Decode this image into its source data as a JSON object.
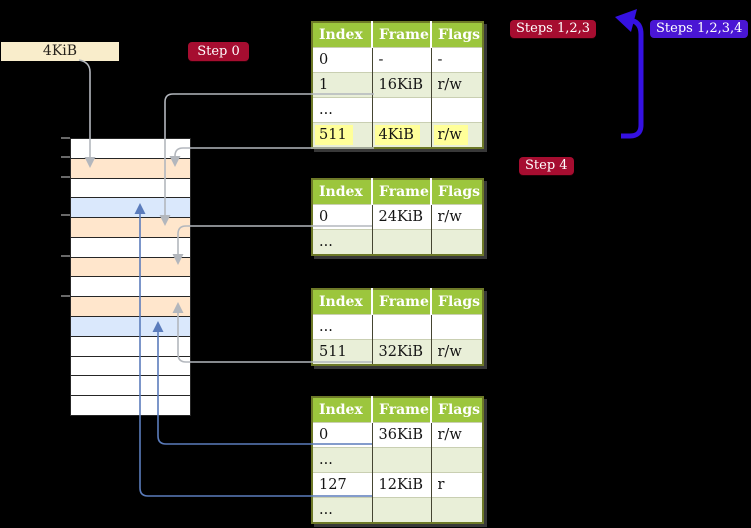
{
  "labels": {
    "cr3_box": "4KiB",
    "step0": "Step 0",
    "steps123": "Steps 1,2,3",
    "steps1234": "Steps 1,2,3,4",
    "step4": "Step 4"
  },
  "colors": {
    "background": "#000000",
    "cr3_box_fill": "#f9edcb",
    "red_badge": "#a60d30",
    "purple_badge": "#4a16d4",
    "big_arrow_blue": "#3511e2",
    "gray_connector": "#b3b7bd",
    "blue_connector": "#5b7cbc",
    "table_header_green": "#9cc63d",
    "table_row_green": "#e9efd8",
    "table_border_olive": "#6e7a28",
    "highlight_yellow": "#ffff99",
    "frame_page_table_fill": "#ffe6cc",
    "frame_mapped_page_fill": "#dae8fc",
    "frame_empty_fill": "#ffffff"
  },
  "memory_column": {
    "row_types": [
      "empty",
      "page-table",
      "empty",
      "mapped-page",
      "page-table",
      "empty",
      "page-table",
      "empty",
      "page-table",
      "mapped-page",
      "empty",
      "empty",
      "empty",
      "empty"
    ],
    "tick_count": 6
  },
  "tables": [
    {
      "name": "level-4-table",
      "headers": [
        "Index",
        "Frame",
        "Flags"
      ],
      "rows": [
        {
          "cells": [
            "0",
            "-",
            "-"
          ]
        },
        {
          "cells": [
            "1",
            "16KiB",
            "r/w"
          ]
        },
        {
          "cells": [
            "...",
            "",
            ""
          ]
        },
        {
          "cells": [
            "511",
            "4KiB",
            "r/w"
          ],
          "highlighted": true
        }
      ]
    },
    {
      "name": "level-3-table",
      "headers": [
        "Index",
        "Frame",
        "Flags"
      ],
      "rows": [
        {
          "cells": [
            "0",
            "24KiB",
            "r/w"
          ]
        },
        {
          "cells": [
            "...",
            "",
            ""
          ]
        }
      ]
    },
    {
      "name": "level-2-table",
      "headers": [
        "Index",
        "Frame",
        "Flags"
      ],
      "rows": [
        {
          "cells": [
            "...",
            "",
            ""
          ]
        },
        {
          "cells": [
            "511",
            "32KiB",
            "r/w"
          ]
        }
      ]
    },
    {
      "name": "level-1-table",
      "headers": [
        "Index",
        "Frame",
        "Flags"
      ],
      "rows": [
        {
          "cells": [
            "0",
            "36KiB",
            "r/w"
          ]
        },
        {
          "cells": [
            "...",
            "",
            ""
          ]
        },
        {
          "cells": [
            "127",
            "12KiB",
            "r"
          ]
        },
        {
          "cells": [
            "...",
            "",
            ""
          ]
        }
      ]
    }
  ]
}
